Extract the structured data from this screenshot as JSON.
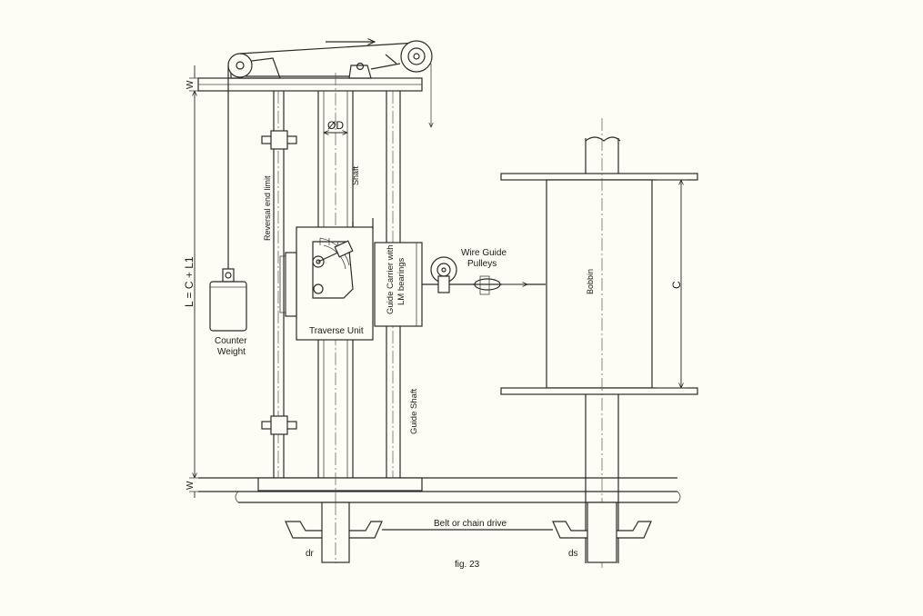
{
  "labels": {
    "dimension_diameter": "ØD",
    "shaft": "Shaft",
    "reversal_end_limit": "Reversal end limit",
    "guide_carrier": "Guide Carrier with",
    "guide_carrier_2": "LM bearings",
    "wire_guide": "Wire Guide",
    "wire_guide_2": "Pulleys",
    "bobbin": "Bobbin",
    "dimension_c": "C",
    "dimension_l": "L = C + L1",
    "dimension_w_top": "W",
    "dimension_w_bottom": "W",
    "counter_weight": "Counter",
    "counter_weight_2": "Weight",
    "traverse_unit": "Traverse Unit",
    "guide_shaft": "Guide Shaft",
    "belt_drive": "Belt or chain drive",
    "drive_left": "dr",
    "drive_right": "ds",
    "figure_caption": "fig. 23"
  },
  "colors": {
    "background": "#fdfdf5",
    "line": "#2a2a2a"
  }
}
